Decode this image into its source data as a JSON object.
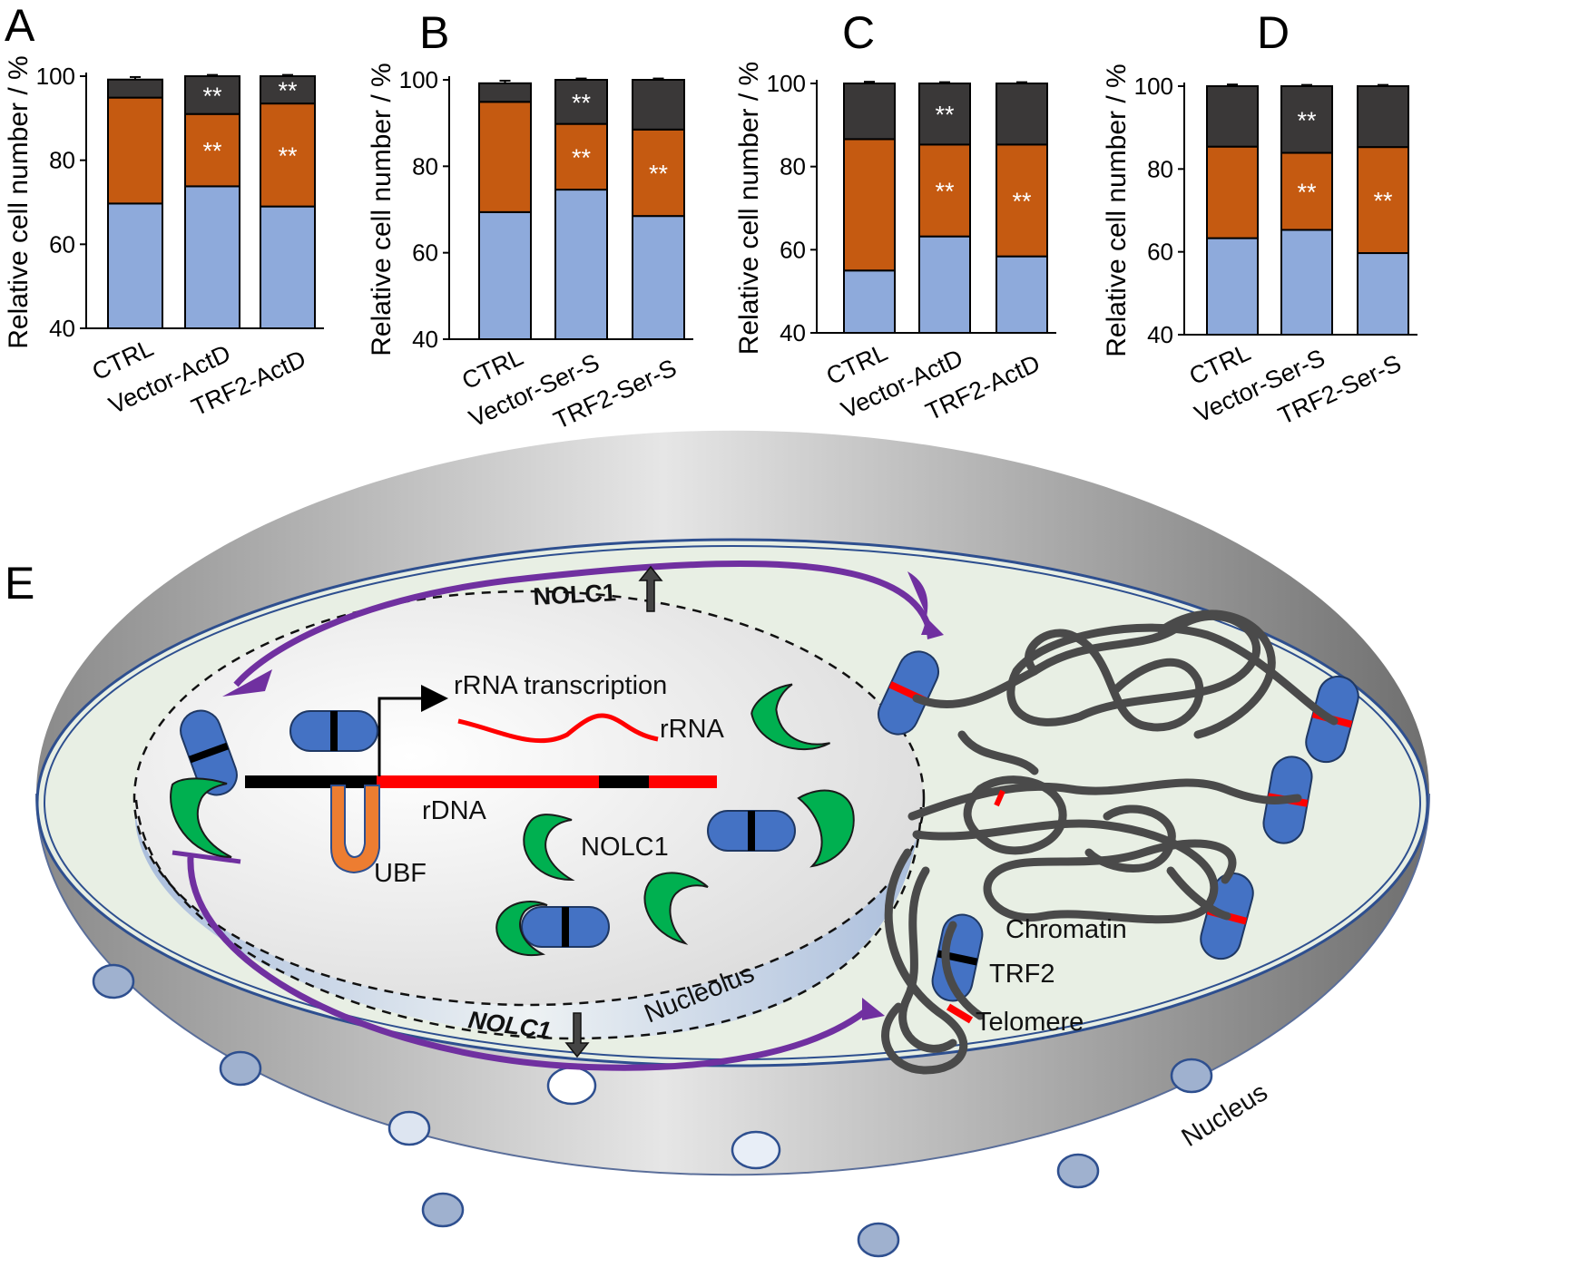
{
  "colors": {
    "g1": "#8eaadb",
    "s": "#c55a11",
    "g2m": "#3a3838",
    "blue_protein": "#4472c4",
    "nolc1": "#00b050",
    "ubf": "#ed7d31",
    "telomere": "#ff0000",
    "arrow": "#7030a0",
    "chromatin": "#4a4a4a"
  },
  "chart_data": [
    {
      "panel": "A",
      "type": "bar",
      "stacked": true,
      "ylabel": "Relative cell number / %",
      "ylim": [
        40,
        100
      ],
      "yticks": [
        40,
        60,
        80,
        100
      ],
      "categories": [
        "CTRL",
        "Vector-ActD",
        "TRF2-ActD"
      ],
      "series": [
        {
          "color_key": "g1",
          "values": [
            69.7,
            73.8,
            69.0
          ],
          "errors": [
            1.2,
            0.6,
            0.4
          ]
        },
        {
          "color_key": "s",
          "values": [
            25.2,
            17.2,
            24.5
          ],
          "errors": [
            1.5,
            0.5,
            0.5
          ]
        },
        {
          "color_key": "g2m",
          "values": [
            4.3,
            9.0,
            6.5
          ],
          "errors": [
            0.6,
            0.3,
            0.3
          ]
        }
      ],
      "annotations": [
        {
          "category": 1,
          "series": 2,
          "text": "**"
        },
        {
          "category": 2,
          "series": 2,
          "text": "**"
        },
        {
          "category": 1,
          "series": 1,
          "text": "**"
        },
        {
          "category": 2,
          "series": 1,
          "text": "**"
        }
      ]
    },
    {
      "panel": "B",
      "type": "bar",
      "stacked": true,
      "ylabel": "Relative cell number / %",
      "ylim": [
        40,
        100
      ],
      "yticks": [
        40,
        60,
        80,
        100
      ],
      "categories": [
        "CTRL",
        "Vector-Ser-S",
        "TRF2-Ser-S"
      ],
      "series": [
        {
          "color_key": "g1",
          "values": [
            69.4,
            74.6,
            68.5
          ],
          "errors": [
            1.4,
            0.3,
            0.3
          ]
        },
        {
          "color_key": "s",
          "values": [
            25.5,
            15.2,
            20.0
          ],
          "errors": [
            1.4,
            0.4,
            0.4
          ]
        },
        {
          "color_key": "g2m",
          "values": [
            4.3,
            10.2,
            11.5
          ],
          "errors": [
            0.6,
            0.3,
            0.3
          ]
        }
      ],
      "annotations": [
        {
          "category": 1,
          "series": 2,
          "text": "**"
        },
        {
          "category": 1,
          "series": 1,
          "text": "**"
        },
        {
          "category": 2,
          "series": 1,
          "text": "**"
        }
      ]
    },
    {
      "panel": "C",
      "type": "bar",
      "stacked": true,
      "ylabel": "Relative cell number / %",
      "ylim": [
        40,
        100
      ],
      "yticks": [
        40,
        60,
        80,
        100
      ],
      "categories": [
        "CTRL",
        "Vector-ActD",
        "TRF2-ActD"
      ],
      "series": [
        {
          "color_key": "g1",
          "values": [
            55.0,
            63.2,
            58.4
          ],
          "errors": [
            0.5,
            0.5,
            0.5
          ]
        },
        {
          "color_key": "s",
          "values": [
            31.6,
            22.1,
            26.9
          ],
          "errors": [
            0.6,
            0.4,
            0.5
          ]
        },
        {
          "color_key": "g2m",
          "values": [
            13.4,
            14.7,
            14.7
          ],
          "errors": [
            0.4,
            0.3,
            0.3
          ]
        }
      ],
      "annotations": [
        {
          "category": 1,
          "series": 2,
          "text": "**"
        },
        {
          "category": 1,
          "series": 1,
          "text": "**"
        },
        {
          "category": 2,
          "series": 1,
          "text": "**"
        }
      ]
    },
    {
      "panel": "D",
      "type": "bar",
      "stacked": true,
      "ylabel": "Relative cell number / %",
      "ylim": [
        40,
        100
      ],
      "yticks": [
        40,
        60,
        80,
        100
      ],
      "categories": [
        "CTRL",
        "Vector-Ser-S",
        "TRF2-Ser-S"
      ],
      "series": [
        {
          "color_key": "g1",
          "values": [
            63.3,
            65.3,
            59.7
          ],
          "errors": [
            0.4,
            0.4,
            0.4
          ]
        },
        {
          "color_key": "s",
          "values": [
            22.1,
            18.6,
            25.6
          ],
          "errors": [
            0.4,
            0.5,
            0.3
          ]
        },
        {
          "color_key": "g2m",
          "values": [
            14.6,
            16.1,
            14.7
          ],
          "errors": [
            0.4,
            0.3,
            0.3
          ]
        }
      ],
      "annotations": [
        {
          "category": 1,
          "series": 2,
          "text": "**"
        },
        {
          "category": 1,
          "series": 1,
          "text": "**"
        },
        {
          "category": 2,
          "series": 1,
          "text": "**"
        }
      ]
    }
  ],
  "diagram": {
    "panel": "E",
    "labels": {
      "rrna_transcription": "rRNA transcription",
      "rrna": "rRNA",
      "rdna": "rDNA",
      "ubf": "UBF",
      "nolc1": "NOLC1",
      "nolc1_up": "NOLC1",
      "nolc1_down": "NOLC1",
      "chromatin": "Chromatin",
      "trf2": "TRF2",
      "telomere": "Telomere",
      "nucleolus": "Nucleolus",
      "nucleus": "Nucleus"
    }
  }
}
